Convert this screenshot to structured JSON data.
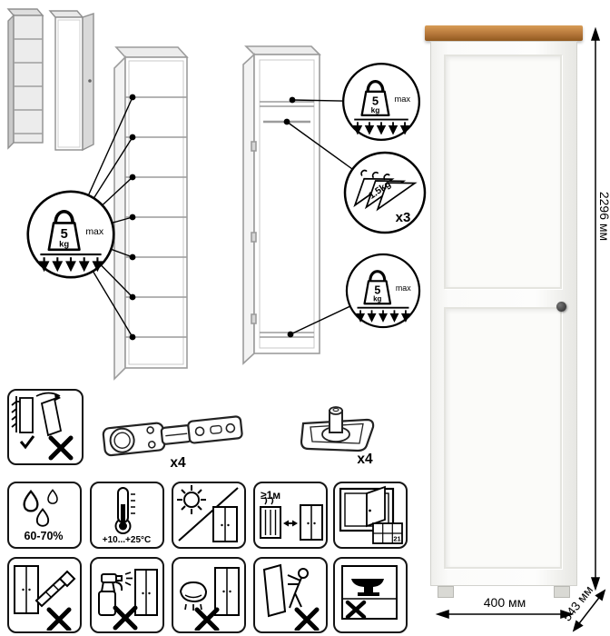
{
  "dimensions": {
    "height": "2296 мм",
    "width": "400 мм",
    "depth": "543 мм"
  },
  "shelf_load": {
    "value": "5",
    "unit": "kg",
    "max": "max"
  },
  "hanger_load": {
    "weight": "1.5kg",
    "count": "x3"
  },
  "hardware": {
    "hinge_count": "x4",
    "foot_count": "x4"
  },
  "climate": {
    "humidity": "60-70%",
    "temperature": "+10...+25°C",
    "distance": "≥1м",
    "vent_day": "21"
  }
}
